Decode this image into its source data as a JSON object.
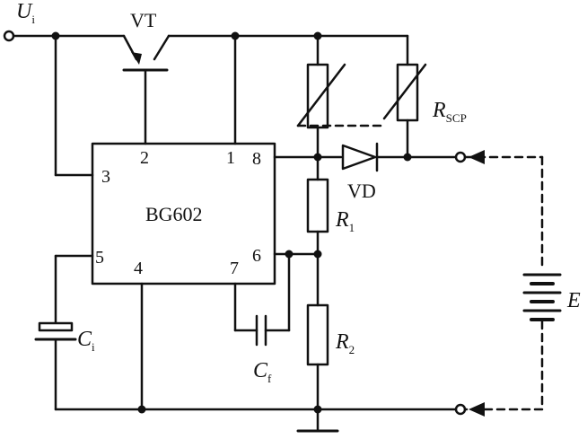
{
  "diagram": {
    "input_label": "U",
    "input_label_sub": "i",
    "transistor_label": "VT",
    "ic_label": "BG602",
    "pins": {
      "p1": "1",
      "p2": "2",
      "p3": "3",
      "p4": "4",
      "p5": "5",
      "p6": "6",
      "p7": "7",
      "p8": "8"
    },
    "diode_label": "VD",
    "rscp_label": "R",
    "rscp_sub": "SCP",
    "r1_label": "R",
    "r1_sub": "1",
    "r2_label": "R",
    "r2_sub": "2",
    "ci_label": "C",
    "ci_sub": "i",
    "cf_label": "C",
    "cf_sub": "f",
    "battery_label": "E",
    "colors": {
      "line": "#111111",
      "background": "#ffffff"
    }
  }
}
